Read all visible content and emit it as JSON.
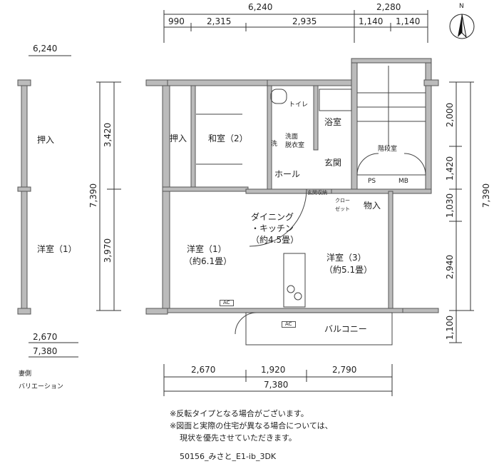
{
  "north": "N",
  "top_dims": {
    "total_left": "6,240",
    "total_right": "2,280",
    "segments": [
      "990",
      "2,315",
      "2,935",
      "1,140",
      "1,140"
    ]
  },
  "bottom_dims": {
    "segments": [
      "2,670",
      "1,920",
      "2,790"
    ],
    "total": "7,380"
  },
  "left_dims": {
    "segments": [
      "3,420",
      "3,970"
    ],
    "total": "7,390"
  },
  "right_dims": {
    "segments": [
      "2,000",
      "1,420",
      "1,030",
      "2,940",
      "1,100"
    ],
    "total": "7,390"
  },
  "rooms": {
    "oshiire": "押入",
    "washitsu": "和室（2）",
    "toilet": "トイレ",
    "bath": "浴室",
    "wash": "洗",
    "senmen1": "洗面",
    "senmen2": "脱衣室",
    "stairs": "階段室",
    "ps": "PS",
    "mb": "MB",
    "genkan": "玄関",
    "hall": "ホール",
    "genkan_storage": "玄関収納",
    "closet1": "クロー",
    "closet2": "ゼット",
    "monoire": "物入",
    "dk1": "ダイニング",
    "dk2": "・キッチン",
    "dk3": "（約4.5畳）",
    "youshitsu1": "洋室（1）",
    "youshitsu1_size": "（約6.1畳）",
    "youshitsu3": "洋室（3）",
    "youshitsu3_size": "（約5.1畳）",
    "balcony": "バルコニー",
    "ac1": "AC",
    "ac2": "AC"
  },
  "variation": {
    "width": "6,240",
    "oshiire": "押入",
    "youshitsu": "洋室（1）",
    "dim1": "2,670",
    "dim2": "7,380",
    "label1": "妻側",
    "label2": "バリエーション"
  },
  "notes": [
    "※反転タイプとなる場合がございます。",
    "※図面と実際の住宅が異なる場合については、",
    "現状を優先させていただきます。"
  ],
  "code": "50156_みさと_E1-ib_3DK"
}
